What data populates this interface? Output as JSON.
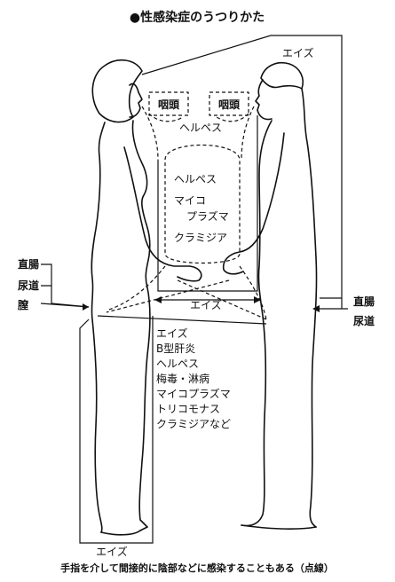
{
  "title": "●性感染症のうつりかた",
  "labels": {
    "aids_top": "エイズ",
    "pharynx_left": "咽頭",
    "pharynx_right": "咽頭",
    "herpes_oral": "ヘルペス",
    "aids_hands": "エイズ",
    "aids_bottom": "エイズ"
  },
  "central_box": [
    "ヘルペス",
    "マイコ",
    "プラズマ",
    "クラミジア"
  ],
  "left_sites": [
    "直腸",
    "尿道",
    "膣"
  ],
  "right_sites": [
    "直腸",
    "尿道"
  ],
  "genital_list": [
    "エイズ",
    "B型肝炎",
    "ヘルペス",
    "梅毒・淋病",
    "マイコプラズマ",
    "トリコモナス",
    "クラミジアなど"
  ],
  "footer": "手指を介して間接的に陰部などに感染することもある（点線）"
}
